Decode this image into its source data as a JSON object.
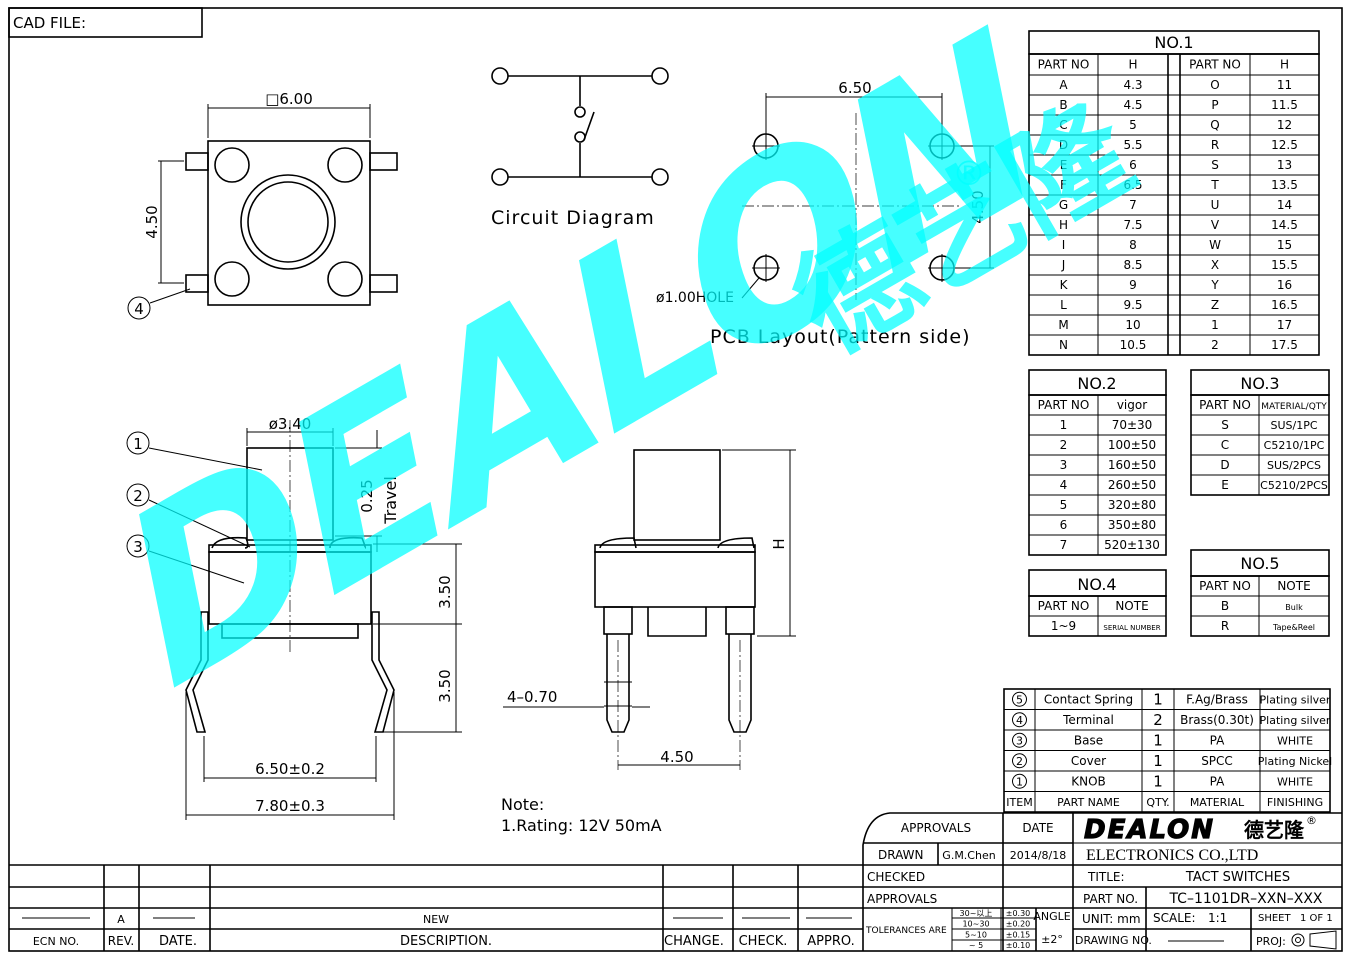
{
  "cad_file_label": "CAD FILE:",
  "top_view": {
    "square_dim": "□6.00",
    "side_dim": "4.50",
    "callout_4": "4"
  },
  "circuit": {
    "title": "Circuit Diagram"
  },
  "pcb": {
    "title": "PCB Layout(Pattern side)",
    "width_dim": "6.50",
    "height_dim": "4.50",
    "hole_dim": "ø1.00HOLE"
  },
  "side_view": {
    "stem_dim": "ø3.40",
    "travel_dim": "0.25",
    "travel_label": "Travel",
    "body_dim": "3.50",
    "pin_dim": "3.50",
    "pitch_dim": "6.50±0.2",
    "width_dim": "7.80±0.3",
    "callout_1": "1",
    "callout_2": "2",
    "callout_3": "3"
  },
  "front_view": {
    "pin_width_dim": "4–0.70",
    "pitch_dim": "4.50",
    "height_label": "H"
  },
  "note": {
    "title": "Note:",
    "line1": "1.Rating:  12V 50mA"
  },
  "table1": {
    "title": "NO.1",
    "headers": [
      "PART NO",
      "H",
      "PART NO",
      "H"
    ],
    "rows": [
      [
        "A",
        "4.3",
        "O",
        "11"
      ],
      [
        "B",
        "4.5",
        "P",
        "11.5"
      ],
      [
        "C",
        "5",
        "Q",
        "12"
      ],
      [
        "D",
        "5.5",
        "R",
        "12.5"
      ],
      [
        "E",
        "6",
        "S",
        "13"
      ],
      [
        "F",
        "6.5",
        "T",
        "13.5"
      ],
      [
        "G",
        "7",
        "U",
        "14"
      ],
      [
        "H",
        "7.5",
        "V",
        "14.5"
      ],
      [
        "I",
        "8",
        "W",
        "15"
      ],
      [
        "J",
        "8.5",
        "X",
        "15.5"
      ],
      [
        "K",
        "9",
        "Y",
        "16"
      ],
      [
        "L",
        "9.5",
        "Z",
        "16.5"
      ],
      [
        "M",
        "10",
        "1",
        "17"
      ],
      [
        "N",
        "10.5",
        "2",
        "17.5"
      ]
    ]
  },
  "table2": {
    "title": "NO.2",
    "headers": [
      "PART NO",
      "vigor"
    ],
    "rows": [
      [
        "1",
        "70±30"
      ],
      [
        "2",
        "100±50"
      ],
      [
        "3",
        "160±50"
      ],
      [
        "4",
        "260±50"
      ],
      [
        "5",
        "320±80"
      ],
      [
        "6",
        "350±80"
      ],
      [
        "7",
        "520±130"
      ]
    ]
  },
  "table3": {
    "title": "NO.3",
    "headers": [
      "PART NO",
      "MATERIAL/QTY"
    ],
    "rows": [
      [
        "S",
        "SUS/1PC"
      ],
      [
        "C",
        "C5210/1PC"
      ],
      [
        "D",
        "SUS/2PCS"
      ],
      [
        "E",
        "C5210/2PCS"
      ]
    ]
  },
  "table4": {
    "title": "NO.4",
    "headers": [
      "PART NO",
      "NOTE"
    ],
    "rows": [
      [
        "1~9",
        "SERIAL NUMBER"
      ]
    ]
  },
  "table5": {
    "title": "NO.5",
    "headers": [
      "PART NO",
      "NOTE"
    ],
    "rows": [
      [
        "B",
        "Bulk"
      ],
      [
        "R",
        "Tape&Reel"
      ]
    ]
  },
  "bom": {
    "rows": [
      {
        "item": "5",
        "name": "Contact Spring",
        "qty": "1",
        "material": "F.Ag/Brass",
        "finish": "Plating silver"
      },
      {
        "item": "4",
        "name": "Terminal",
        "qty": "2",
        "material": "Brass(0.30t)",
        "finish": "Plating silver"
      },
      {
        "item": "3",
        "name": "Base",
        "qty": "1",
        "material": "PA",
        "finish": "WHITE"
      },
      {
        "item": "2",
        "name": "Cover",
        "qty": "1",
        "material": "SPCC",
        "finish": "Plating Nickel"
      },
      {
        "item": "1",
        "name": "KNOB",
        "qty": "1",
        "material": "PA",
        "finish": "WHITE"
      }
    ],
    "header": {
      "item": "ITEM",
      "name": "PART NAME",
      "qty": "QTY.",
      "material": "MATERIAL",
      "finish": "FINISHING"
    }
  },
  "title_block": {
    "approvals": "APPROVALS",
    "date": "DATE",
    "drawn": "DRAWN",
    "drawn_by": "G.M.Chen",
    "drawn_date": "2014/8/18",
    "checked": "CHECKED",
    "approvals2": "APPROVALS",
    "tolerances": "TOLERANCES ARE",
    "tol_rows": [
      [
        "30~以上",
        "±0.30"
      ],
      [
        "10~30",
        "±0.20"
      ],
      [
        "5~10",
        "±0.15"
      ],
      [
        "~ 5",
        "±0.10"
      ]
    ],
    "angle": "ANGLE",
    "angle_val": "±2°",
    "brand": "DEALON",
    "brand_cn": "德艺隆",
    "reg": "®",
    "company": "ELECTRONICS CO.,LTD",
    "title_label": "TITLE:",
    "title_val": "TACT SWITCHES",
    "part_no_label": "PART NO.",
    "part_no_val": "TC–1101DR–XXN–XXX",
    "unit": "UNIT: mm",
    "scale_label": "SCALE:",
    "scale_val": "1:1",
    "sheet_label": "SHEET",
    "sheet_val": "1 OF 1",
    "drawing_no": "DRAWING NO.",
    "proj": "PROJ:"
  },
  "revision": {
    "rev_letter": "A",
    "description": "NEW",
    "labels": {
      "ecn": "ECN NO.",
      "rev": "REV.",
      "date": "DATE.",
      "desc": "DESCRIPTION.",
      "change": "CHANGE.",
      "check": "CHECK.",
      "appro": "APPRO."
    }
  },
  "watermark": {
    "brand": "DEALON",
    "cn": "德艺隆",
    "reg": "®"
  }
}
